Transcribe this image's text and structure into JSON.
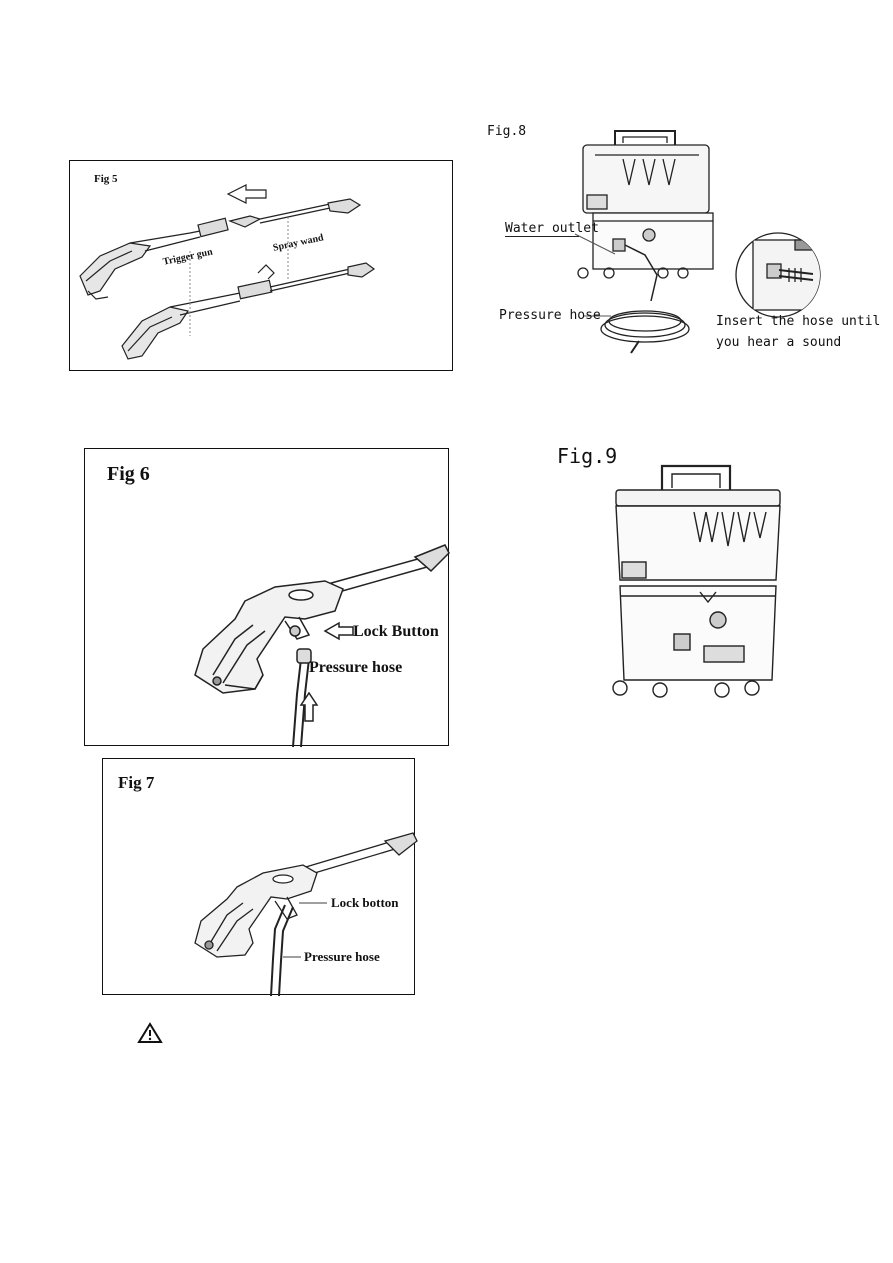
{
  "fig5": {
    "title": "Fig 5",
    "trigger_gun_label": "Trigger gun",
    "spray_wand_label": "Spray wand"
  },
  "fig6": {
    "title": "Fig 6",
    "lock_button_label": "Lock Button",
    "pressure_hose_label": "Pressure hose"
  },
  "fig7": {
    "title": "Fig 7",
    "lock_label": "Lock botton",
    "pressure_hose_label": "Pressure hose"
  },
  "fig8": {
    "title": "Fig.8",
    "water_outlet_label": "Water outlet",
    "pressure_hose_label": "Pressure hose",
    "insert_line1": "Insert the hose until",
    "insert_line2": "you hear a sound"
  },
  "fig9": {
    "title": "Fig.9"
  },
  "warning": {
    "icon": "warning-triangle-icon"
  }
}
